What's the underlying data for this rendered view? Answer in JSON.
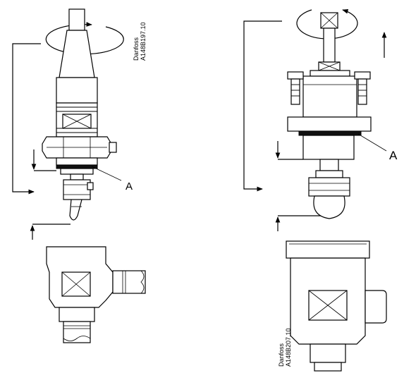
{
  "labels": {
    "left_code": "Danfoss\nA148B197.10",
    "right_code": "Danfoss\nA148B207.10",
    "left_callout": "A",
    "right_callout": "A"
  },
  "icons": [
    "rotation-arrow-icon",
    "up-arrow-icon",
    "dimension-arrow-icon"
  ],
  "colors": {
    "line": "#000000",
    "background": "#ffffff"
  }
}
